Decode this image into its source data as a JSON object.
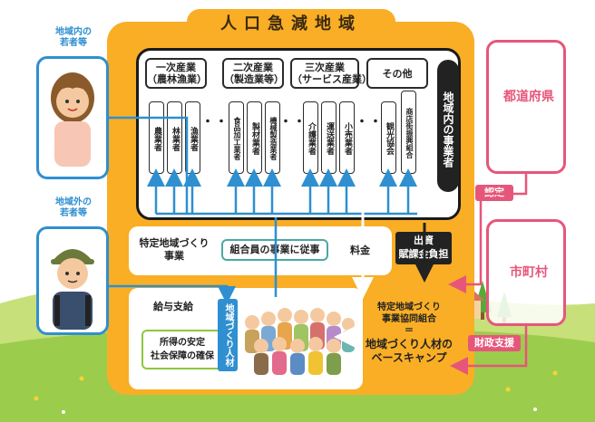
{
  "title": "人口急減地域",
  "industries": [
    {
      "head": "一次産業\n（農林漁業）",
      "items": [
        "農業者",
        "林業者",
        "漁業者"
      ]
    },
    {
      "head": "二次産業\n（製造業等）",
      "items": [
        "食品加工業者",
        "製材業者",
        "機械製造業者"
      ]
    },
    {
      "head": "三次産業\n（サービス産業）",
      "items": [
        "介護業者",
        "運送業者",
        "小売業者"
      ]
    },
    {
      "head": "その他",
      "items": [
        "観光協会",
        "商店街振興組合"
      ]
    }
  ],
  "dots": "・・・・",
  "local_businesses": "地域内の事業者",
  "local_youth": "地域内の\n若者等",
  "outside_youth": "地域外の\n若者等",
  "specified_business": "特定地域づくり\n事業",
  "engage_work": "組合員の事業に従事",
  "fee": "料金",
  "investment": "出資\n賦課金負担",
  "salary": "給与支給",
  "stability": "所得の安定\n社会保障の確保",
  "community_staff": "地域づくり人材",
  "cooperative_line1": "特定地域づくり",
  "cooperative_line2": "事業協同組合",
  "cooperative_eq": "＝",
  "cooperative_line3": "地域づくり人材の",
  "cooperative_line4": "ベースキャンプ",
  "prefecture": "都道府県",
  "certification": "認定",
  "municipality": "市町村",
  "financial_support": "財政支援",
  "colors": {
    "orange": "#f9ae25",
    "teal": "#4aa8a4",
    "blue": "#2f8fd0",
    "pink": "#e6567a",
    "dark": "#222222",
    "green": "#8cc63f"
  }
}
